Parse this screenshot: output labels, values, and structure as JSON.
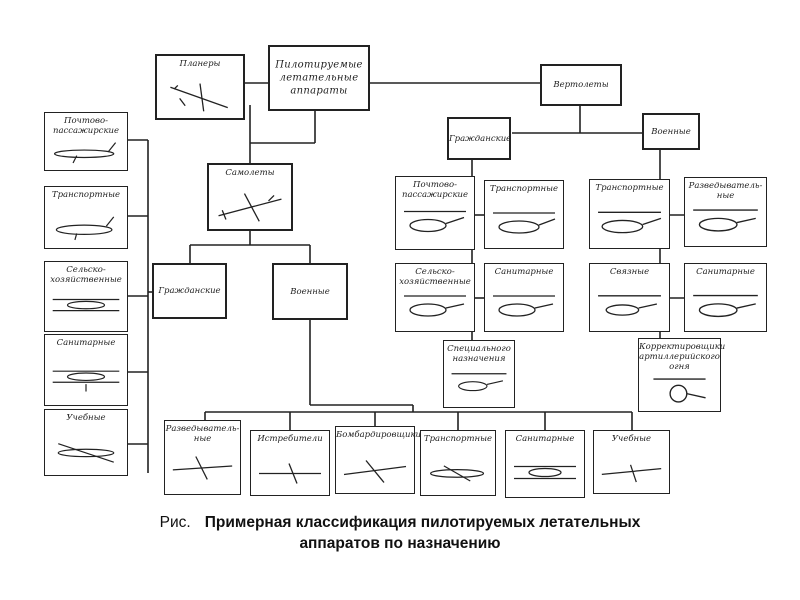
{
  "diagram": {
    "root": "Пилотируемые\nлетательные\nаппараты",
    "gliders": "Планеры",
    "helicopters": "Вертолеты",
    "airplanes": "Самолеты",
    "heli_civil": "Гражданские",
    "heli_military": "Военные",
    "plane_civil": "Гражданские",
    "plane_military": "Военные",
    "civil_planes": [
      "Почтово-\nпассажирские",
      "Транспортные",
      "Сельско-\nхозяйственные",
      "Санитарные",
      "Учебные"
    ],
    "military_planes": [
      "Разведыватель-\nные",
      "Истребители",
      "Бомбардировщики",
      "Транспортные",
      "Санитарные",
      "Учебные"
    ],
    "heli_civil_items": [
      "Почтово-\nпассажирские",
      "Транспортные",
      "Сельско-\nхозяйственные",
      "Санитарные",
      "Специального\nназначения"
    ],
    "heli_military_items": [
      "Транспортные",
      "Разведыватель-\nные",
      "Связные",
      "Санитарные",
      "Корректировщики\nартиллерийского\nогня"
    ]
  },
  "caption": {
    "prefix": "Рис.",
    "line1": "Примерная классификация пилотируемых летательных",
    "line2": "аппаратов по назначению"
  }
}
